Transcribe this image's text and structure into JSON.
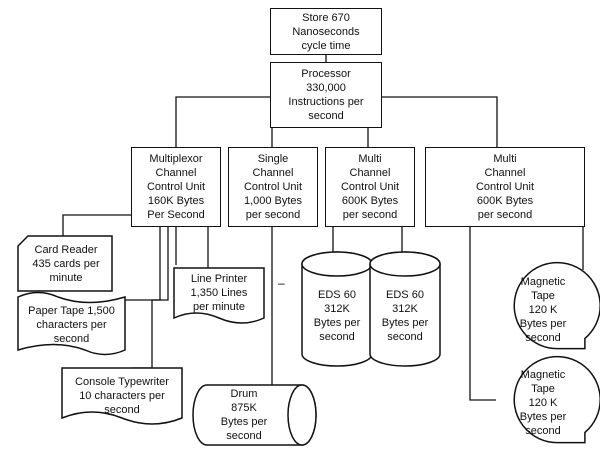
{
  "store": {
    "lines": [
      "Store 670",
      "Nanoseconds",
      "cycle time"
    ]
  },
  "processor": {
    "lines": [
      "Processor",
      "330,000",
      "Instructions per",
      "second"
    ]
  },
  "channels": [
    {
      "lines": [
        "Multiplexor",
        "Channel",
        "Control Unit",
        "160K Bytes",
        "Per Second"
      ]
    },
    {
      "lines": [
        "Single",
        "Channel",
        "Control Unit",
        "1,000 Bytes",
        "per second"
      ]
    },
    {
      "lines": [
        "Multi",
        "Channel",
        "Control Unit",
        "600K Bytes",
        "per second"
      ]
    },
    {
      "lines": [
        "Multi",
        "Channel",
        "Control Unit",
        "600K Bytes",
        "per second"
      ]
    }
  ],
  "devices": {
    "card_reader": {
      "lines": [
        "Card Reader",
        "435 cards per",
        "minute"
      ]
    },
    "paper_tape": {
      "lines": [
        "Paper Tape 1,500",
        "characters per",
        "second"
      ]
    },
    "console_typewriter": {
      "lines": [
        "Console Typewriter",
        "10 characters per",
        "second"
      ]
    },
    "line_printer": {
      "lines": [
        "Line Printer",
        "1,350 Lines",
        "per minute"
      ]
    },
    "drum": {
      "lines": [
        "Drum",
        "875K",
        "Bytes per",
        "second"
      ]
    },
    "eds_1": {
      "lines": [
        "EDS 60",
        "312K",
        "Bytes per",
        "second"
      ]
    },
    "eds_2": {
      "lines": [
        "EDS 60",
        "312K",
        "Bytes per",
        "second"
      ]
    },
    "mag_tape_1": {
      "lines": [
        "Magnetic",
        "Tape",
        "120 K",
        "Bytes per",
        "second"
      ]
    },
    "mag_tape_2": {
      "lines": [
        "Magnetic",
        "Tape",
        "120 K",
        "Bytes per",
        "second"
      ]
    }
  },
  "stray_mark": "–"
}
